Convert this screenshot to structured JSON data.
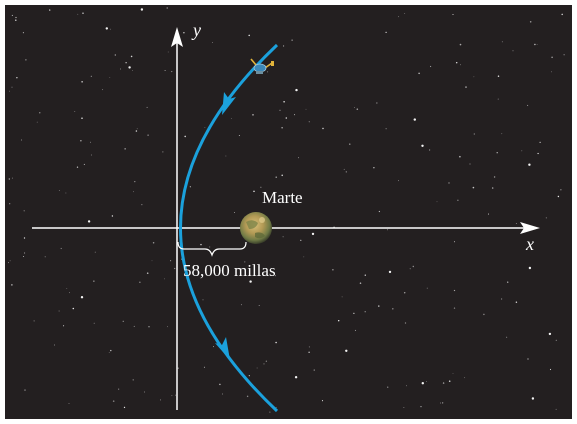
{
  "axes": {
    "x_label": "x",
    "y_label": "y"
  },
  "planet": {
    "label": "Marte"
  },
  "distance": {
    "label": "58,000 millas"
  },
  "colors": {
    "space": "#231f20",
    "axis": "#ffffff",
    "orbit": "#1ba1dc",
    "text": "#ffffff"
  },
  "icons": {
    "spacecraft": "satellite-icon",
    "planet": "mars-icon"
  }
}
